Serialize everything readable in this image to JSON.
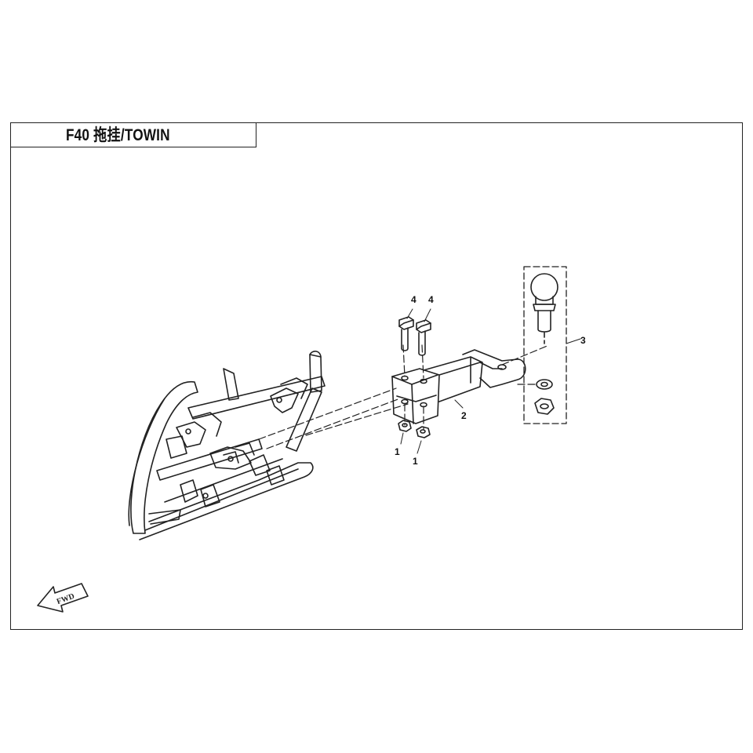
{
  "title": "F40 拖挂/TOWIN",
  "callouts": {
    "c1a": "1",
    "c1b": "1",
    "c2": "2",
    "c3": "3",
    "c4a": "4",
    "c4b": "4"
  },
  "fwd_label": "FWD"
}
